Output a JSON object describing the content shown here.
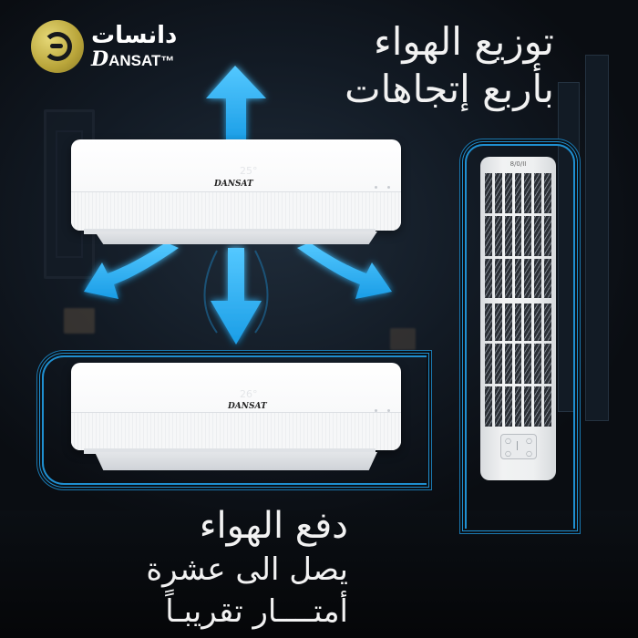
{
  "brand": {
    "name_ar": "دانسات",
    "name_en": "DANSAT",
    "name_en_initial": "D",
    "name_en_rest": "ANSAT",
    "trademark": "™",
    "logo_color": "#c9b64a"
  },
  "headline_top": {
    "line1": "توزيع الهواء",
    "line2": "بأربع إتجاهات"
  },
  "headline_bottom": {
    "line1": "دفع الهواء",
    "line2": "يصل الى عشرة",
    "line3": "أمتــــار تقريبـاً"
  },
  "indoor_unit_top": {
    "brand_label": "DANSAT",
    "display_temp": "25°"
  },
  "indoor_unit_bottom": {
    "brand_label": "DANSAT",
    "display_temp": "26°"
  },
  "outdoor_grill": {
    "top_label": "8/0/II"
  },
  "airflow": {
    "directions": [
      "up",
      "down",
      "left",
      "right"
    ],
    "arrow_color": "#2fb4f5",
    "glow_color": "#5fd0ff"
  },
  "accent_outline_color": "#1f8fd0"
}
